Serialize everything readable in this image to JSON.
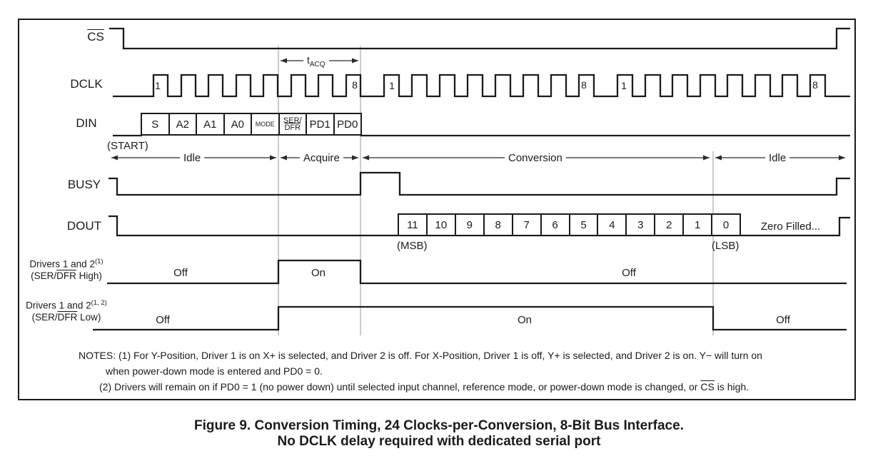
{
  "figure": {
    "caption_line1": "Figure 9. Conversion Timing, 24 Clocks-per-Conversion, 8-Bit Bus Interface.",
    "caption_line2": "No DCLK delay required with dedicated serial port"
  },
  "colors": {
    "line": "#1b1b1b",
    "grid": "#999999",
    "background": "#ffffff"
  },
  "signals": {
    "cs": {
      "label": "CS"
    },
    "dclk": {
      "label": "DCLK",
      "bursts": [
        {
          "first": "1",
          "last": "8"
        },
        {
          "first": "1",
          "last": "8"
        },
        {
          "first": "1",
          "last": "8"
        }
      ]
    },
    "din": {
      "label": "DIN",
      "start": "(START)",
      "fields": [
        {
          "text": "S"
        },
        {
          "text": "A2"
        },
        {
          "text": "A1"
        },
        {
          "text": "A0"
        },
        {
          "text": "MODE"
        },
        {
          "top": "SER/",
          "over": "DFR"
        },
        {
          "text": "PD1"
        },
        {
          "text": "PD0"
        }
      ]
    },
    "busy": {
      "label": "BUSY"
    },
    "dout": {
      "label": "DOUT",
      "bits": [
        "11",
        "10",
        "9",
        "8",
        "7",
        "6",
        "5",
        "4",
        "3",
        "2",
        "1",
        "0"
      ],
      "msb": "(MSB)",
      "lsb": "(LSB)",
      "zero": "Zero Filled..."
    },
    "driver1": {
      "name": "Drivers 1 and 2",
      "sup": "(1)",
      "mode_pre": "(SER/",
      "mode_over": "DFR",
      "mode_post": " High)",
      "off1": "Off",
      "on": "On",
      "off2": "Off"
    },
    "driver2": {
      "name": "Drivers 1 and 2",
      "sup": "(1, 2)",
      "mode_pre": "(SER/",
      "mode_over": "DFR",
      "mode_post": " Low)",
      "off1": "Off",
      "on": "On",
      "off2": "Off"
    }
  },
  "phases": {
    "idle1": "Idle",
    "acquire": "Acquire",
    "conversion": "Conversion",
    "idle2": "Idle"
  },
  "timing": {
    "t_prefix": "t",
    "t_sub": "ACQ"
  },
  "notes": {
    "line1": "NOTES: (1) For Y-Position, Driver 1 is on X+ is selected, and Driver 2 is off. For X-Position, Driver 1 is off, Y+ is selected, and Driver 2 is on. Y− will turn on",
    "line2": "when power-down mode is entered and PD0 = 0.",
    "line3_pre": "(2) Drivers will remain on if PD0 = 1 (no power down) until selected input channel, reference mode, or power-down mode is changed, or ",
    "line3_cs": "CS",
    "line3_post": " is high."
  }
}
